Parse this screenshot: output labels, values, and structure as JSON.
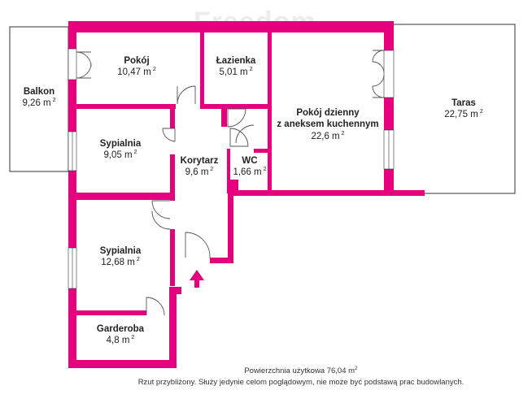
{
  "watermark": "Freedom",
  "colors": {
    "wall": "#e5007e",
    "outline": "#333333",
    "door": "#555555",
    "window": "#ffffff",
    "arrow": "#e5007e"
  },
  "rooms": [
    {
      "id": "balkon",
      "name": "Balkon",
      "area": "9,26 m",
      "sup": "2"
    },
    {
      "id": "pokoj",
      "name": "Pokój",
      "area": "10,47 m",
      "sup": "2"
    },
    {
      "id": "lazienka",
      "name": "Łazienka",
      "area": "5,01 m",
      "sup": "2"
    },
    {
      "id": "dzienny",
      "name": "Pokój dzienny\nz aneksem kuchennym",
      "name_line1": "Pokój dzienny",
      "name_line2": "z aneksem kuchennym",
      "area": "22,6 m",
      "sup": "2"
    },
    {
      "id": "taras",
      "name": "Taras",
      "area": "22,75 m",
      "sup": "2"
    },
    {
      "id": "sypialnia1",
      "name": "Sypialnia",
      "area": "9,05 m",
      "sup": "2"
    },
    {
      "id": "korytarz",
      "name": "Korytarz",
      "area": "9,6 m",
      "sup": "2"
    },
    {
      "id": "wc",
      "name": "WC",
      "area": "1,66 m",
      "sup": "2"
    },
    {
      "id": "sypialnia2",
      "name": "Sypialnia",
      "area": "12,68 m",
      "sup": "2"
    },
    {
      "id": "garderoba",
      "name": "Garderoba",
      "area": "4,8 m",
      "sup": "2"
    }
  ],
  "caption": {
    "total_area": "Powierzchnia użytkowa 76,04 m",
    "total_sup": "2",
    "note": "Rzut przybliżony. Służy jedynie celom poglądowym, nie może być podstawą prac budowlanych."
  },
  "entrance_icon": "entrance-arrow-icon"
}
